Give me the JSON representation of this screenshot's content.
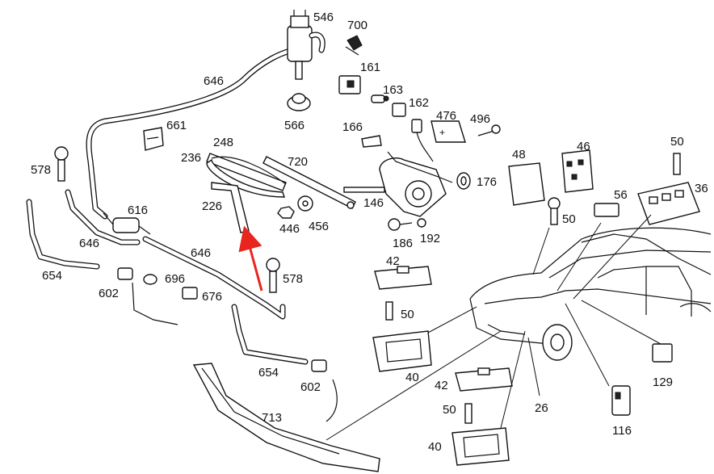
{
  "diagram": {
    "labels": {
      "p546": "546",
      "p700": "700",
      "p161": "161",
      "p163": "163",
      "p162": "162",
      "p476": "476",
      "p496": "496",
      "p646a": "646",
      "p566": "566",
      "p661": "661",
      "p166": "166",
      "p248": "248",
      "p236": "236",
      "p720": "720",
      "p578a": "578",
      "p616": "616",
      "p226": "226",
      "p146": "146",
      "p176": "176",
      "p48": "48",
      "p46": "46",
      "p50a": "50",
      "p56": "56",
      "p36": "36",
      "p446": "446",
      "p456": "456",
      "p186": "186",
      "p192": "192",
      "p646b": "646",
      "p646c": "646",
      "p654a": "654",
      "p602a": "602",
      "p696": "696",
      "p676": "676",
      "p578b": "578",
      "p42a": "42",
      "p50b": "50",
      "p40a": "40",
      "p654b": "654",
      "p602b": "602",
      "p713": "713",
      "p42b": "42",
      "p50c": "50",
      "p40b": "40",
      "p26": "26",
      "p129": "129",
      "p116": "116",
      "p50d": "50"
    },
    "colors": {
      "arrow": "#e8251f",
      "ink": "#111111"
    }
  }
}
